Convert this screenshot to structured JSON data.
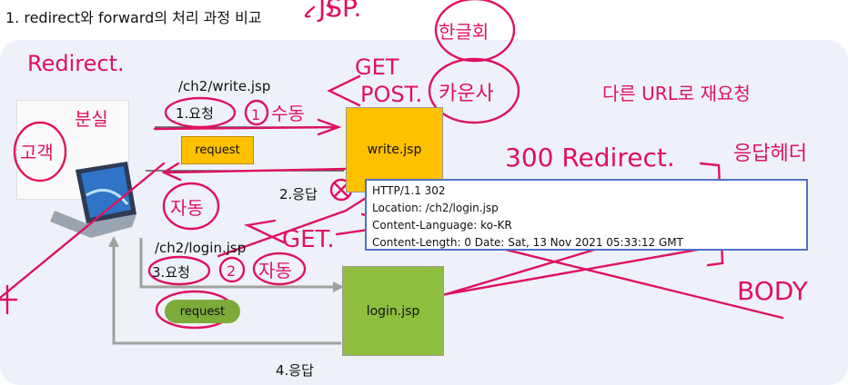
{
  "heading": "1. redirect와 forward의 처리 과정 비교",
  "diagram": {
    "write_path": "/ch2/write.jsp",
    "login_path": "/ch2/login.jsp",
    "step1": "1.요청",
    "step2": "2.응답",
    "step3": "3.요청",
    "step4": "4.응답",
    "request_top": "request",
    "request_bottom": "request",
    "write_box": "write.jsp",
    "login_box": "login.jsp",
    "http_response": [
      "HTTP/1.1 302",
      "Location: /ch2/login.jsp",
      "Content-Language: ko-KR",
      "Content-Length: 0 Date: Sat, 13 Nov 2021 05:33:12 GMT"
    ]
  },
  "annotations": {
    "top_scribble": "JSP.",
    "redirect_left": "Redirect.",
    "get": "GET",
    "post": "POST.",
    "circled_top": "한글회",
    "circled_kansa": "카운사",
    "korean_right": "다른 URL로 재요청",
    "status": "300 Redirect.",
    "response_header": "응답헤더",
    "bunsil": "분실",
    "gogaek": "고객",
    "sudong": "수동",
    "jadong_mid": "자동",
    "get2": "GET.",
    "jadong_low": "자동",
    "body": "BODY",
    "num1": "1",
    "num2": "2",
    "ink_color": "#e0115f"
  }
}
